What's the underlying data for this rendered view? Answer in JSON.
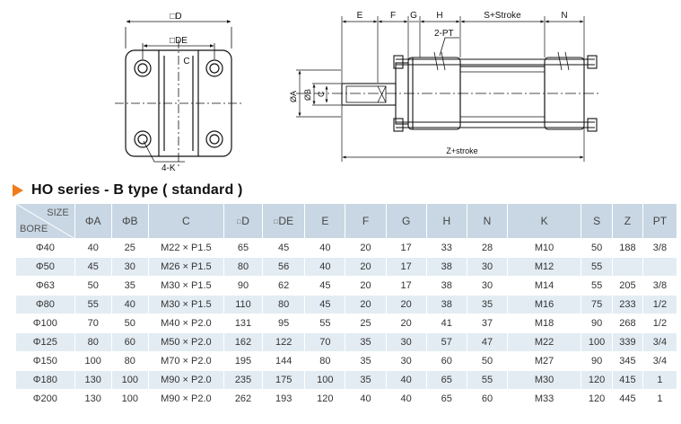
{
  "drawing": {
    "front_view": {
      "dim_d": "□D",
      "dim_de": "□DE",
      "dim_c": "C",
      "dim_4k": "4-K"
    },
    "side_view": {
      "dim_e": "E",
      "dim_f": "F",
      "dim_g": "G",
      "dim_h": "H",
      "dim_s_stroke": "S+Stroke",
      "dim_n": "N",
      "dim_2pt": "2-PT",
      "dim_a": "ØA",
      "dim_b": "ØB",
      "dim_c": "C",
      "dim_z_stroke": "Z+stroke"
    }
  },
  "title": "HO series - B type ( standard )",
  "table": {
    "corner_size": "SIZE",
    "corner_bore": "BORE",
    "headers": [
      {
        "prefix": "",
        "text": "ΦA"
      },
      {
        "prefix": "",
        "text": "ΦB"
      },
      {
        "prefix": "",
        "text": "C"
      },
      {
        "prefix": "□",
        "text": "D"
      },
      {
        "prefix": "□",
        "text": "DE"
      },
      {
        "prefix": "",
        "text": "E"
      },
      {
        "prefix": "",
        "text": "F"
      },
      {
        "prefix": "",
        "text": "G"
      },
      {
        "prefix": "",
        "text": "H"
      },
      {
        "prefix": "",
        "text": "N"
      },
      {
        "prefix": "",
        "text": "K"
      },
      {
        "prefix": "",
        "text": "S"
      },
      {
        "prefix": "",
        "text": "Z"
      },
      {
        "prefix": "",
        "text": "PT"
      }
    ],
    "rows": [
      [
        "Φ40",
        "40",
        "25",
        "M22 × P1.5",
        "65",
        "45",
        "40",
        "20",
        "17",
        "33",
        "28",
        "M10",
        "50",
        "188",
        "3/8"
      ],
      [
        "Φ50",
        "45",
        "30",
        "M26 × P1.5",
        "80",
        "56",
        "40",
        "20",
        "17",
        "38",
        "30",
        "M12",
        "55",
        "",
        ""
      ],
      [
        "Φ63",
        "50",
        "35",
        "M30 × P1.5",
        "90",
        "62",
        "45",
        "20",
        "17",
        "38",
        "30",
        "M14",
        "55",
        "205",
        "3/8"
      ],
      [
        "Φ80",
        "55",
        "40",
        "M30 × P1.5",
        "110",
        "80",
        "45",
        "20",
        "20",
        "38",
        "35",
        "M16",
        "75",
        "233",
        "1/2"
      ],
      [
        "Φ100",
        "70",
        "50",
        "M40 × P2.0",
        "131",
        "95",
        "55",
        "25",
        "20",
        "41",
        "37",
        "M18",
        "90",
        "268",
        "1/2"
      ],
      [
        "Φ125",
        "80",
        "60",
        "M50 × P2.0",
        "162",
        "122",
        "70",
        "35",
        "30",
        "57",
        "47",
        "M22",
        "100",
        "339",
        "3/4"
      ],
      [
        "Φ150",
        "100",
        "80",
        "M70 × P2.0",
        "195",
        "144",
        "80",
        "35",
        "30",
        "60",
        "50",
        "M27",
        "90",
        "345",
        "3/4"
      ],
      [
        "Φ180",
        "130",
        "100",
        "M90 × P2.0",
        "235",
        "175",
        "100",
        "35",
        "40",
        "65",
        "55",
        "M30",
        "120",
        "415",
        "1"
      ],
      [
        "Φ200",
        "130",
        "100",
        "M90 × P2.0",
        "262",
        "193",
        "120",
        "40",
        "40",
        "65",
        "60",
        "M33",
        "120",
        "445",
        "1"
      ]
    ]
  },
  "colors": {
    "accent_arrow": "#f07c1c",
    "header_bg": "#c8d7e3",
    "row_alt_bg": "#e3ecf3"
  }
}
